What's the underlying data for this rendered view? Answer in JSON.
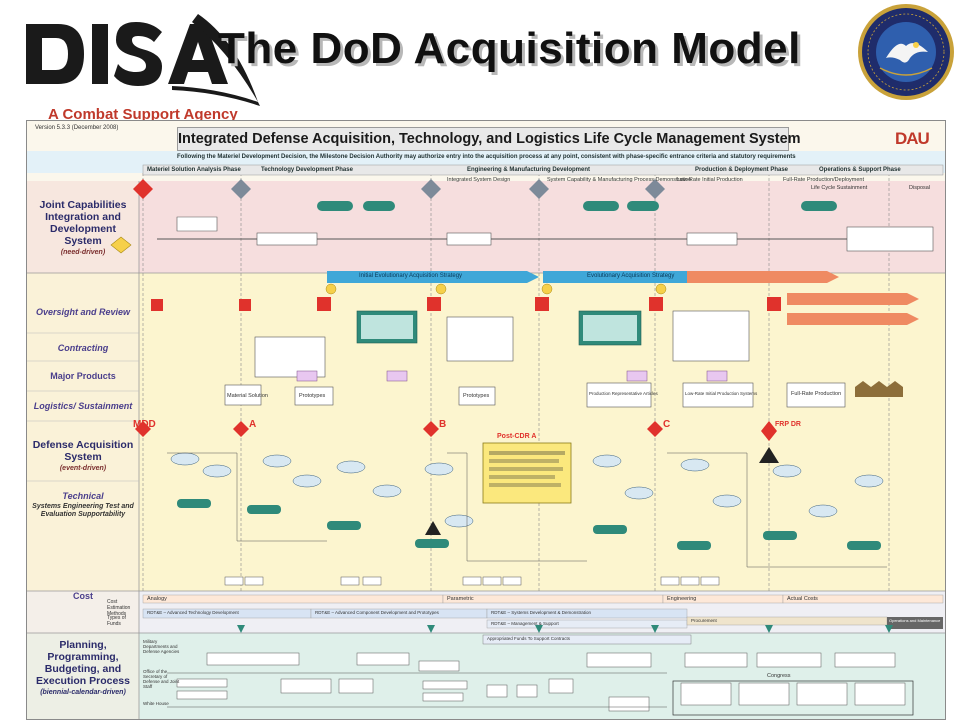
{
  "header": {
    "logo_text": "DISA",
    "tagline": "A Combat Support Agency",
    "title": "The DoD Acquisition Model",
    "seal_text": "DEFENSE INFORMATION SYSTEMS AGENCY · JOINT INTEROPERABILITY TEST COMMAND"
  },
  "chart": {
    "version": "Version 5.3.3 (December 2008)",
    "title": "Integrated Defense Acquisition, Technology, and Logistics Life Cycle Management System",
    "publisher_logo": "DAU",
    "banner": "Following the Materiel Development Decision, the Milestone Decision Authority may authorize entry into the acquisition process at any point, consistent with phase-specific entrance criteria and statutory requirements",
    "phases": [
      "Materiel Solution Analysis Phase",
      "Technology Development Phase",
      "Engineering & Manufacturing Development",
      "Production & Deployment Phase",
      "Operations & Support Phase"
    ],
    "subphases": [
      "Integrated System Design",
      "System Capability & Manufacturing Process Demonstration",
      "Low-Rate Initial Production",
      "Full-Rate Production/Deployment",
      "Life Cycle Sustainment",
      "Disposal"
    ],
    "milestones": [
      "MDD",
      "A",
      "B",
      "C"
    ],
    "strategies": [
      "Initial Evolutionary Acquisition Strategy",
      "Evolutionary Acquisition Strategy"
    ],
    "post_cdr": "Post-CDR A",
    "frp": "FRP DR",
    "lanes": {
      "jcids": "Joint Capabilities Integration and Development System",
      "jcids_sub": "(need-driven)",
      "oversight": "Oversight and Review",
      "contracting": "Contracting",
      "major_products": "Major Products",
      "logistics": "Logistics/ Sustainment",
      "das": "Defense Acquisition System",
      "das_sub": "(event-driven)",
      "technical": "Technical",
      "technical_sub": "Systems Engineering Test and Evaluation Supportability",
      "cost": "Cost",
      "cost_est": "Cost Estimation Methods",
      "funds": "Types of Funds",
      "ppbe": "Planning, Programming, Budgeting, and Execution Process",
      "ppbe_sub": "(biennial-calendar-driven)",
      "military": "Military Departments and Defense Agencies",
      "osd": "Office of the Secretary of Defense and Joint Staff",
      "white_house": "White House"
    },
    "products": [
      "Material Solution",
      "Prototypes",
      "Prototypes",
      "Production Representative Articles",
      "Low-Rate Initial Production Systems",
      "Full-Rate Production"
    ],
    "cost_bars": [
      "Analogy",
      "Parametric",
      "Engineering",
      "Actual Costs"
    ],
    "fund_bars": [
      "RDT&E – Advanced Technology Development",
      "RDT&E – Advanced Component Development and Prototypes",
      "RDT&E – Systems Development & Demonstration",
      "RDT&E – Management & Support",
      "Procurement",
      "Operations and Maintenance"
    ],
    "ppbe_bars": [
      "Appropriated Funds To Support Contracts",
      "Congress"
    ],
    "colors": {
      "jcids_band": "#f6dede",
      "das_band": "#fcf5cf",
      "ppbe_band": "#dff0ea",
      "milestone": "#e0322c",
      "arrow_blue": "#3fa7d8",
      "arrow_orange": "#ef8a62",
      "node_teal": "#2f8a7a"
    }
  }
}
